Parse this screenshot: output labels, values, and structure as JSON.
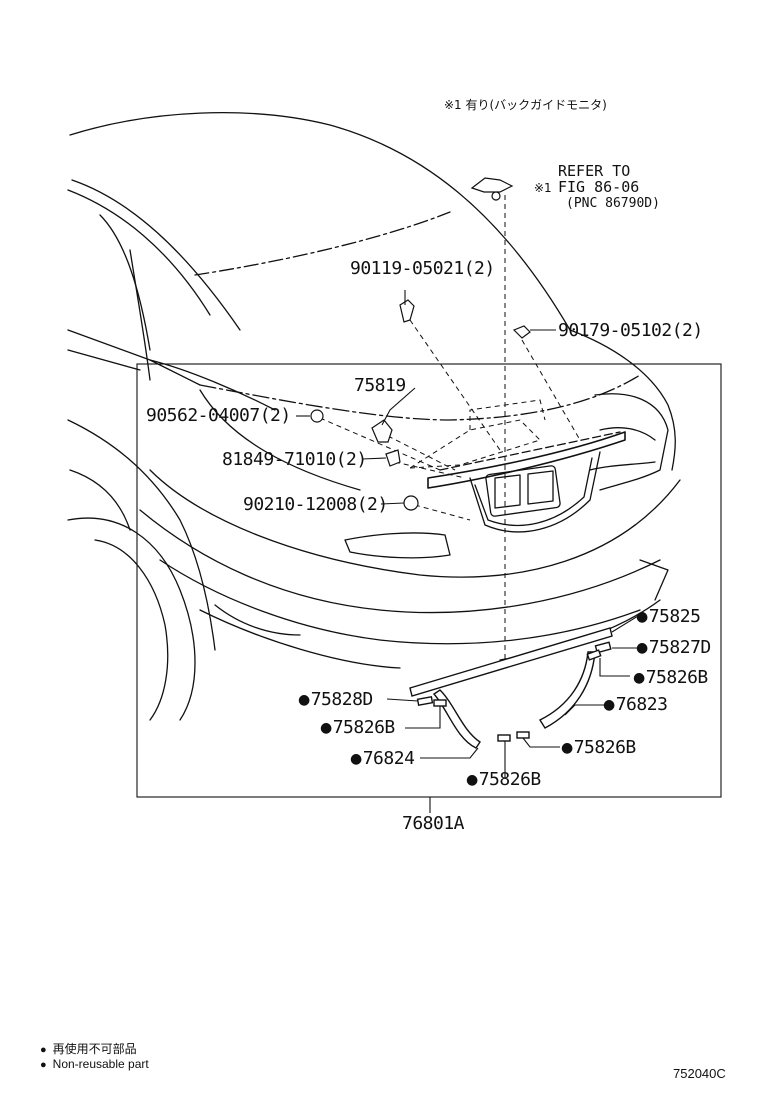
{
  "figure_code": "752040C",
  "header_note": "※1 有り(バックガイドモニタ)",
  "reference": {
    "line1": "REFER TO",
    "marker": "※1",
    "line2": "FIG 86-06",
    "line3": "(PNC 86790D)"
  },
  "parts": {
    "p90119": "90119-05021(2)",
    "p90179": "90179-05102(2)",
    "p75819": "75819",
    "p90562": "90562-04007(2)",
    "p81849": "81849-71010(2)",
    "p90210": "90210-12008(2)",
    "p75825": "75825",
    "p75827d": "75827D",
    "p75826b_r": "75826B",
    "p75828d": "75828D",
    "p75826b_l": "75826B",
    "p76823": "76823",
    "p76824": "76824",
    "p75826b_c": "75826B",
    "p75826b_b": "75826B",
    "p76801a": "76801A"
  },
  "legend": {
    "jp": "再使用不可部品",
    "en": "Non-reusable part"
  }
}
